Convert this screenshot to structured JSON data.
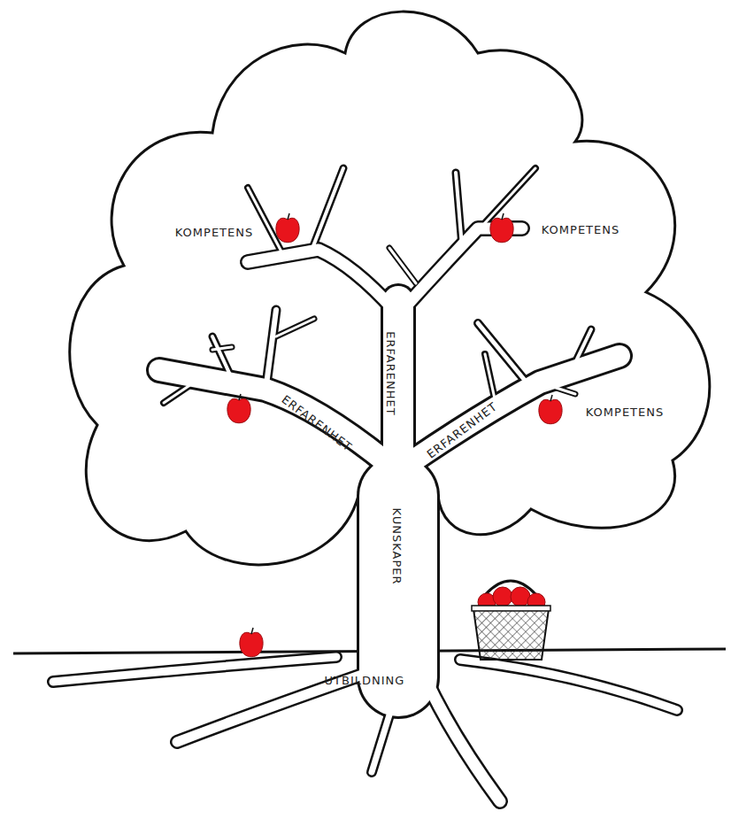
{
  "diagram": {
    "labels": [
      "KOMPETENS",
      "KOMPETENS",
      "ERFARENHET",
      "ERFARENHET",
      "ERFARENHET",
      "KOMPETENS",
      "KUNSKAPER",
      "UTBILDNING"
    ]
  }
}
